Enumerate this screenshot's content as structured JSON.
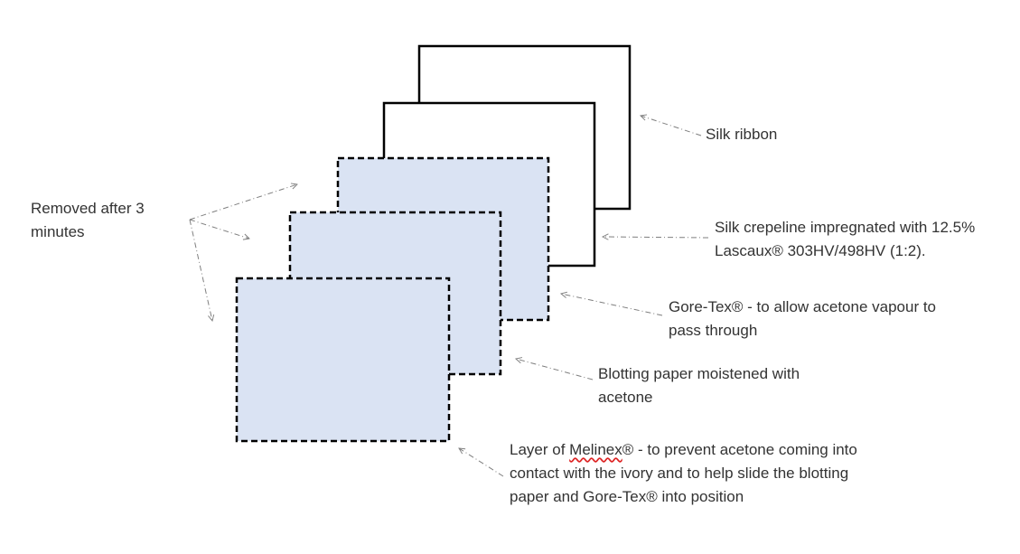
{
  "colors": {
    "outline": "#000000",
    "fill_blue": "#dae3f3",
    "fill_white": "#ffffff",
    "arrow": "#7f7f7f",
    "text": "#333333",
    "spellcheck": "#dd2222"
  },
  "layers": [
    {
      "name": "silk-ribbon",
      "style": "solid",
      "fill": "white"
    },
    {
      "name": "silk-crepeline",
      "style": "solid",
      "fill": "white"
    },
    {
      "name": "gore-tex",
      "style": "dashed",
      "fill": "blue"
    },
    {
      "name": "blotting-paper",
      "style": "dashed",
      "fill": "blue"
    },
    {
      "name": "melinex",
      "style": "dashed",
      "fill": "blue"
    }
  ],
  "labels": {
    "silk_ribbon": "Silk ribbon",
    "crepeline_line1": "Silk crepeline impregnated with 12.5%",
    "crepeline_line2": "Lascaux® 303HV/498HV (1:2).",
    "goretex_line1": "Gore-Tex® - to allow acetone vapour to",
    "goretex_line2": "pass through",
    "blotting_line1": "Blotting paper moistened with",
    "blotting_line2": "acetone",
    "melinex_line1_pre": "Layer of ",
    "melinex_line1_word": "Melinex",
    "melinex_line1_post": "® - to prevent acetone coming into",
    "melinex_line2": "contact with the ivory and to help slide the blotting",
    "melinex_line3": "paper and Gore-Tex® into position",
    "removed_line1": "Removed after 3",
    "removed_line2": "minutes"
  }
}
